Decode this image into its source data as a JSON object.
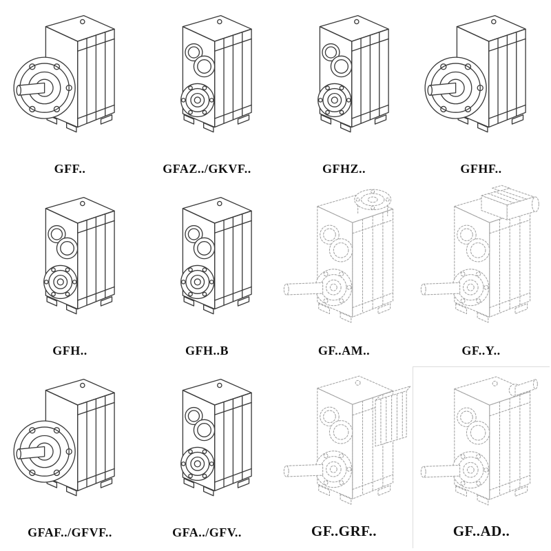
{
  "page": {
    "background": "#ffffff",
    "description": "Catalog sheet of parallel-shaft helical gear reducer model variants"
  },
  "colors": {
    "line": "#3a3a3a",
    "faint_line": "#a3a3a3",
    "label_text": "#101010"
  },
  "grid": {
    "cells": [
      {
        "label": "GFF..",
        "symbol": "#v-flange",
        "drawing": "flange-output-gearbox-drawing"
      },
      {
        "label": "GFAZ../GKVF..",
        "symbol": "#v-bores",
        "drawing": "hollow-shaft-gearbox-drawing"
      },
      {
        "label": "GFHZ..",
        "symbol": "#v-bores",
        "drawing": "hollow-shaft-gearbox-drawing"
      },
      {
        "label": "GFHF..",
        "symbol": "#v-flange",
        "drawing": "flange-output-gearbox-drawing"
      },
      {
        "label": "GFH..",
        "symbol": "#v-bores",
        "drawing": "hollow-shaft-gearbox-drawing"
      },
      {
        "label": "GFH..B",
        "symbol": "#v-bores",
        "drawing": "hollow-shaft-gearbox-drawing"
      },
      {
        "label": "GF..AM..",
        "symbol": "#v-am",
        "drawing": "motor-adapter-flange-gearbox-drawing"
      },
      {
        "label": "GF..Y..",
        "symbol": "#v-y",
        "drawing": "motor-mounted-gearbox-drawing"
      },
      {
        "label": "GFAF../GFVF..",
        "symbol": "#v-flange",
        "drawing": "flange-output-gearbox-drawing"
      },
      {
        "label": "GFA../GFV..",
        "symbol": "#v-bores",
        "drawing": "hollow-shaft-gearbox-drawing"
      },
      {
        "label": "GF..GRF..",
        "symbol": "#v-grf",
        "drawing": "side-motor-gearbox-drawing"
      },
      {
        "label": "GF..AD..",
        "symbol": "#v-ad",
        "drawing": "input-shaft-adapter-gearbox-drawing"
      }
    ]
  }
}
